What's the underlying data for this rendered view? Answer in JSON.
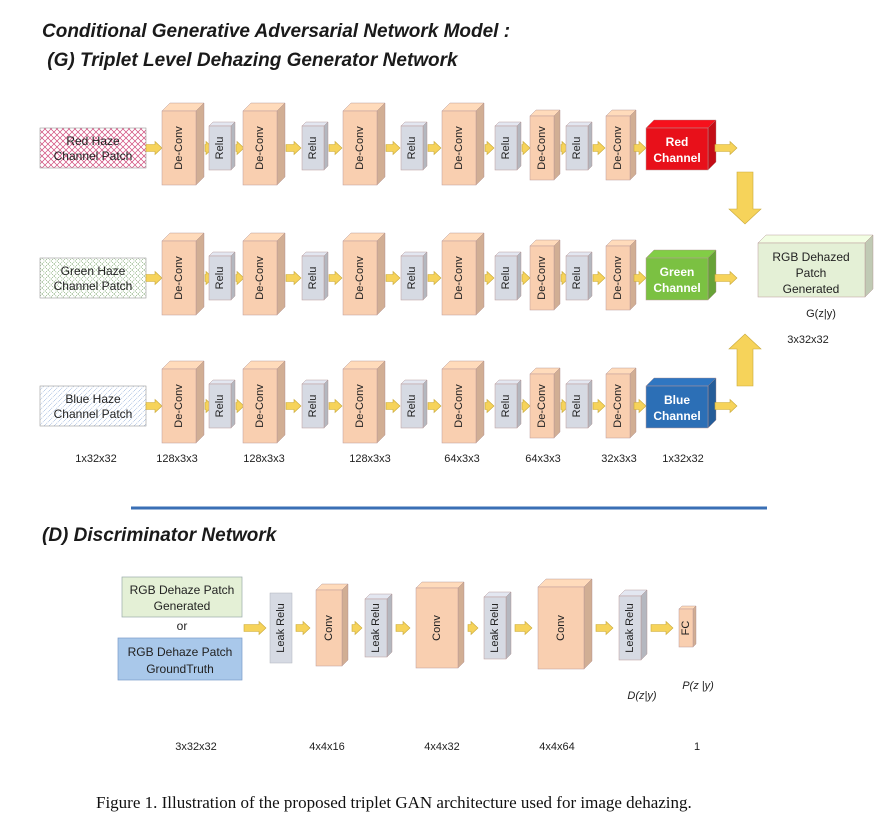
{
  "titles": {
    "line1": "Conditional Generative Adversarial Network Model :",
    "line2": " (G) Triplet Level Dehazing Generator Network",
    "discriminator": "(D) Discriminator Network"
  },
  "generator": {
    "layer_labels": [
      "De-Conv",
      "Relu"
    ],
    "rows": [
      {
        "input": [
          "Red Haze",
          "Channel Patch"
        ],
        "output": [
          "Red",
          "Channel"
        ],
        "color": "#e8101a",
        "pattern": "#d04a7a"
      },
      {
        "input": [
          "Green Haze",
          "Channel  Patch"
        ],
        "output": [
          "Green",
          "Channel"
        ],
        "color": "#7bc142",
        "pattern": "#6a9a5a"
      },
      {
        "input": [
          "Blue Haze",
          "Channel Patch"
        ],
        "output": [
          "Blue",
          "Channel"
        ],
        "color": "#2c6fb6",
        "pattern": "#8aaad8"
      }
    ],
    "size_labels": [
      "1x32x32",
      "128x3x3",
      "128x3x3",
      "128x3x3",
      "64x3x3",
      "64x3x3",
      "32x3x3",
      "1x32x32"
    ],
    "result": {
      "box": [
        "RGB Dehazed",
        "Patch",
        "Generated"
      ],
      "label": "G(z|y)",
      "size": "3x32x32"
    }
  },
  "discriminator": {
    "input_generated": [
      "RGB Dehaze Patch",
      "Generated"
    ],
    "or_label": "or",
    "input_groundtruth": [
      "RGB Dehaze Patch",
      "GroundTruth"
    ],
    "layer_labels": [
      "Leak Relu",
      "Conv",
      "Leak Relu",
      "Conv",
      "Leak Relu",
      "Conv",
      "Leak Relu",
      "FC"
    ],
    "d_label": "D(z|y)",
    "p_label": "P(z |y)",
    "size_labels": [
      "3x32x32",
      "4x4x16",
      "4x4x32",
      "4x4x64",
      "1"
    ]
  },
  "caption": "Figure 1. Illustration of the proposed triplet GAN architecture used for image dehazing.",
  "colors": {
    "deconv": "#f9cfb0",
    "relu": "#d6dae3",
    "arrow": "#f6d35a",
    "separator": "#3a6fb5",
    "generated_box": "#e4f0d6",
    "groundtruth_box": "#a9c8ea"
  }
}
